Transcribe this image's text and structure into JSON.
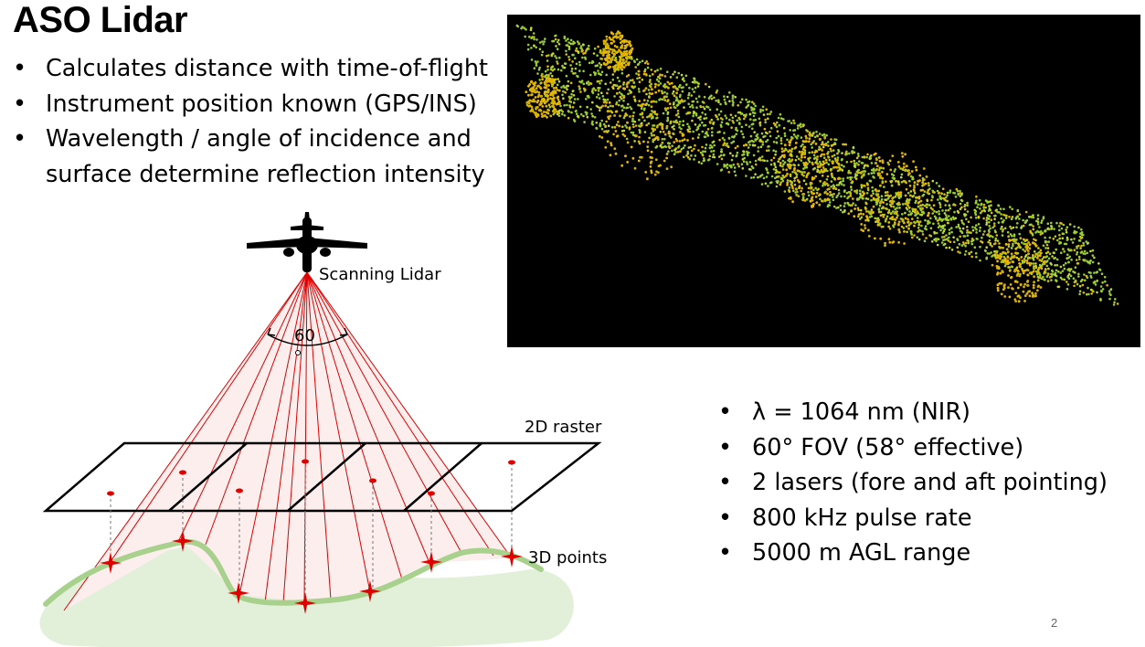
{
  "slide": {
    "title": "ASO Lidar",
    "page_number": "2"
  },
  "top_bullets": [
    "Calculates distance with time-of-flight",
    "Instrument position known (GPS/INS)",
    "Wavelength / angle of incidence and",
    "surface determine reflection intensity"
  ],
  "spec_bullets": [
    "λ  = 1064 nm (NIR)",
    "60° FOV (58° effective)",
    "2 lasers (fore and aft pointing)",
    "800 kHz pulse rate",
    "5000 m AGL range"
  ],
  "diagram": {
    "scanner_label": "Scanning Lidar",
    "angle_label": "60",
    "raster_label": "2D raster",
    "points_label": "3D points"
  },
  "colors": {
    "laser": "#e00000",
    "ground": "#e2efd9",
    "ground_line": "#a9d18e",
    "cloud_green": "#9acd32",
    "cloud_yellow": "#e6b800"
  }
}
